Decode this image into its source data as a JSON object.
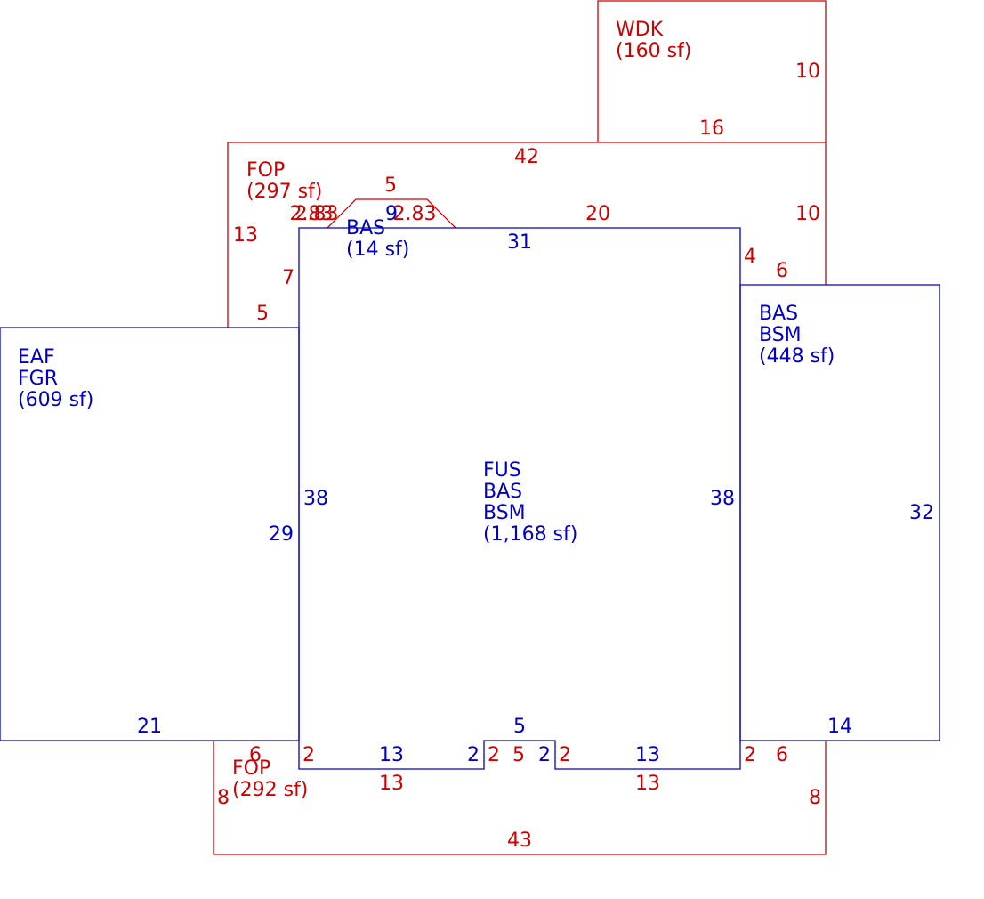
{
  "colors": {
    "red": "#d00000",
    "blue": "#0000c8"
  },
  "areas": {
    "wdk": [
      "WDK",
      "(160 sf)"
    ],
    "fop_top": [
      "FOP",
      "(297 sf)"
    ],
    "bas_small": [
      "BAS",
      "(14 sf)"
    ],
    "eaf": [
      "EAF",
      "FGR",
      "(609 sf)"
    ],
    "bas_bsm": [
      "BAS",
      "BSM",
      "(448 sf)"
    ],
    "fus": [
      "FUS",
      "BAS",
      "BSM",
      "(1,168 sf)"
    ],
    "fop_bottom": [
      "FOP",
      "(292 sf)"
    ]
  },
  "dims": {
    "wdk_right": "10",
    "wdk_bottom": "16",
    "fop_top_width": "42",
    "fop_bay_top": "5",
    "fop_bay_left": "2.83",
    "fop_bay_left2": "2.83",
    "fop_bay_right": "2.83",
    "fop_bay_depth": "9",
    "fop_left": "13",
    "fop_right": "10",
    "fop_mid": "20",
    "fop_step_left": "7",
    "fop_step_bottom": "5",
    "fop_step_right": "4",
    "fop_right_bottom": "6",
    "fus_top": "31",
    "fus_left": "38",
    "fus_right": "38",
    "eaf_right": "29",
    "eaf_bottom": "21",
    "bb_right": "32",
    "bb_bottom": "14",
    "fus_notch_top": "5",
    "fus_bl_width": "13",
    "fus_br_width": "13",
    "fus_notch_l": "2",
    "fus_notch_r": "2",
    "fop_b_notch_l": "2",
    "fop_b_notch_mid": "5",
    "fop_b_notch_r": "2",
    "fop_b_left_step": "2",
    "fop_b_right_step": "2",
    "fop_b_6_left": "6",
    "fop_b_6_right": "6",
    "fop_b_13_left": "13",
    "fop_b_13_right": "13",
    "fop_b_8_left": "8",
    "fop_b_8_right": "8",
    "fop_b_bottom": "43"
  }
}
